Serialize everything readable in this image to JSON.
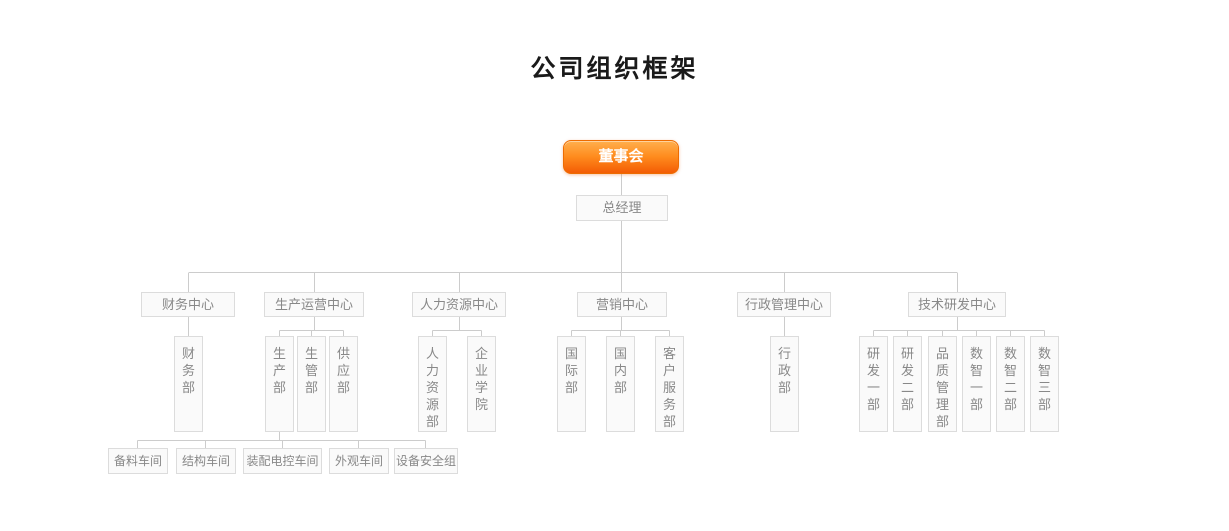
{
  "page": {
    "title": "公司组织框架"
  },
  "org": {
    "root": {
      "label": "董事会"
    },
    "general_manager": {
      "label": "总经理"
    },
    "centers": [
      {
        "label": "财务中心",
        "children": [
          "财务部"
        ]
      },
      {
        "label": "生产运营中心",
        "children": [
          "生产部",
          "生管部",
          "供应部"
        ]
      },
      {
        "label": "人力资源中心",
        "children": [
          "人力资源部",
          "企业学院"
        ]
      },
      {
        "label": "营销中心",
        "children": [
          "国际部",
          "国内部",
          "客户服务部"
        ]
      },
      {
        "label": "行政管理中心",
        "children": [
          "行政部"
        ]
      },
      {
        "label": "技术研发中心",
        "children": [
          "研发一部",
          "研发二部",
          "品质管理部",
          "数智一部",
          "数智二部",
          "数智三部"
        ]
      }
    ],
    "production_workshops": [
      "备料车间",
      "结构车间",
      "装配电控车间",
      "外观车间",
      "设备安全组"
    ]
  },
  "colors": {
    "accent_gradient_top": "#ffaf4e",
    "accent_gradient_bottom": "#f35c04",
    "accent_border": "#ed6c00",
    "accent_text": "#ffffff",
    "node_bg": "#fafafa",
    "node_border": "#dcdcdc",
    "node_text": "#888888",
    "connector": "#cccccc",
    "title_text": "#1a1a1a"
  }
}
